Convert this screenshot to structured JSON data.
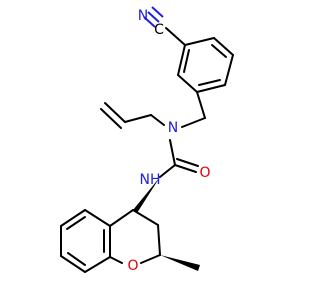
{
  "molecule": {
    "atom_labels": {
      "nitrile_n": "N",
      "nitrile_c": "C",
      "amine_n": "N",
      "amide_nh": "NH",
      "carbonyl_o": "O",
      "ring_o": "O"
    },
    "colors": {
      "bond": "#000000",
      "nitrogen": "#2020e0",
      "oxygen": "#e00000",
      "carbon": "#000000"
    }
  }
}
